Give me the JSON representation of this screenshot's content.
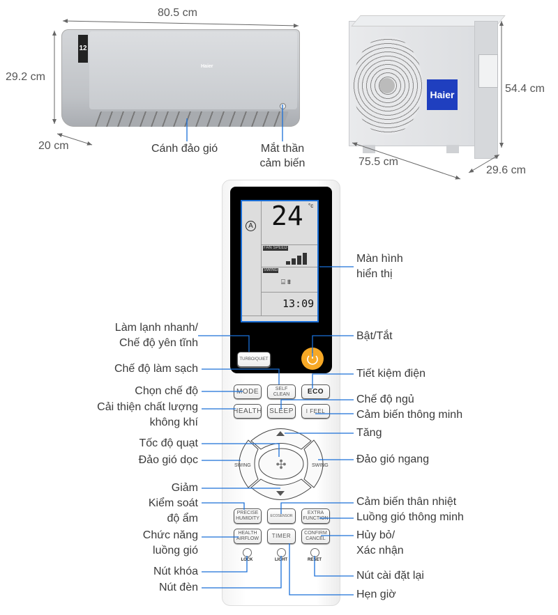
{
  "dimensions": {
    "indoor_width": "80.5 cm",
    "indoor_height": "29.2 cm",
    "indoor_depth": "20 cm",
    "outdoor_height": "54.4 cm",
    "outdoor_width": "75.5 cm",
    "outdoor_depth": "29.6 cm"
  },
  "indoor_unit": {
    "brand": "Haier",
    "energy_label": "12",
    "callouts": {
      "louver": "Cánh đảo gió",
      "sensor_line1": "Mắt thần",
      "sensor_line2": "cảm biến"
    }
  },
  "outdoor_unit": {
    "brand": "Haier"
  },
  "remote": {
    "lcd": {
      "temperature": "24",
      "unit": "°c",
      "mode": "A",
      "fan_speed_label": "FAN SPEED",
      "fan_speed_level": 4,
      "swing_label": "SWING",
      "time": "13:09"
    },
    "buttons": {
      "turbo": "TURBO/QUIET",
      "mode": "MODE",
      "self_clean": "SELF CLEAN",
      "eco": "ECO",
      "health": "HEALTH",
      "sleep": "SLEEP",
      "ifeel": "I FEEL",
      "swing_left": "SWING",
      "swing_right": "SWING",
      "precise_humidity": "PRECISE HUMIDITY",
      "ecosensor": "ECOSENSOR",
      "extra_function": "EXTRA FUNCTION",
      "health_airflow": "HEALTH AIRFLOW",
      "timer": "TIMER",
      "confirm_cancel": "CONFIRM CANCEL",
      "lock": "LOCK",
      "light": "LIGHT",
      "reset": "RESET"
    },
    "colors": {
      "power": "#f7a825",
      "callout_line": "#1a6fd8",
      "lcd_border": "#1a6fd8"
    }
  },
  "callouts_left": {
    "turbo_1": "Làm lạnh nhanh/",
    "turbo_2": "Chế độ yên tĩnh",
    "self_clean": "Chế độ làm sạch",
    "mode": "Chọn chế độ",
    "health_1": "Cải thiện chất lượng",
    "health_2": "không khí",
    "fan_speed": "Tốc độ quạt",
    "swing_vertical": "Đảo gió dọc",
    "down": "Giảm",
    "humidity_1": "Kiểm soát",
    "humidity_2": "độ ẩm",
    "airflow_1": "Chức năng",
    "airflow_2": "luồng gió",
    "lock": "Nút khóa",
    "light": "Nút đèn"
  },
  "callouts_right": {
    "display_1": "Màn hình",
    "display_2": "hiển thị",
    "power": "Bật/Tắt",
    "eco": "Tiết kiệm điện",
    "sleep": "Chế độ ngủ",
    "ifeel": "Cảm biến thông minh",
    "up": "Tăng",
    "swing_horizontal": "Đảo gió ngang",
    "ecosensor": "Cảm biến thân nhiệt",
    "extra": "Luồng gió thông minh",
    "confirm_1": "Hủy bỏ/",
    "confirm_2": "Xác nhận",
    "reset": "Nút cài đặt lại",
    "timer": "Hẹn giờ"
  }
}
